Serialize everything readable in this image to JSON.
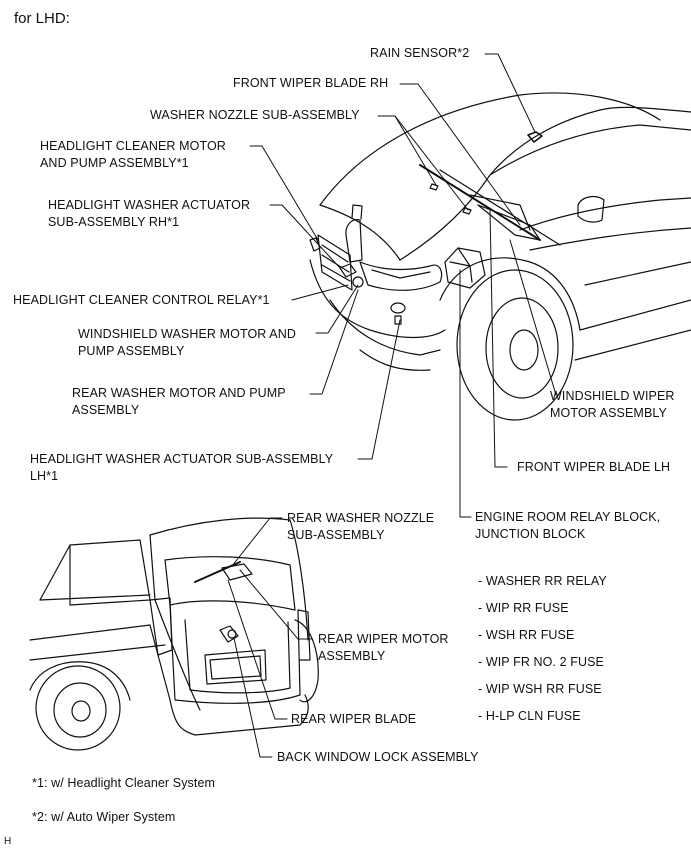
{
  "header": {
    "title": "for LHD:"
  },
  "labels": {
    "rain_sensor": "RAIN SENSOR*2",
    "front_wiper_blade_rh": "FRONT WIPER BLADE RH",
    "washer_nozzle": "WASHER NOZZLE SUB-ASSEMBLY",
    "headlight_cleaner_motor": "HEADLIGHT CLEANER MOTOR\nAND PUMP ASSEMBLY*1",
    "headlight_washer_actuator_rh": "HEADLIGHT WASHER ACTUATOR\nSUB-ASSEMBLY RH*1",
    "headlight_cleaner_relay": "HEADLIGHT CLEANER CONTROL RELAY*1",
    "windshield_washer_motor": "WINDSHIELD WASHER MOTOR AND\nPUMP ASSEMBLY",
    "rear_washer_motor": "REAR WASHER MOTOR AND PUMP\nASSEMBLY",
    "headlight_washer_actuator_lh": "HEADLIGHT WASHER ACTUATOR SUB-ASSEMBLY\nLH*1",
    "windshield_wiper_motor": "WINDSHIELD WIPER\nMOTOR ASSEMBLY",
    "front_wiper_blade_lh": "FRONT WIPER BLADE LH",
    "engine_room_relay": "ENGINE ROOM RELAY BLOCK,\nJUNCTION BLOCK",
    "rear_washer_nozzle": "REAR WASHER NOZZLE\nSUB-ASSEMBLY",
    "rear_wiper_motor": "REAR WIPER MOTOR\nASSEMBLY",
    "rear_wiper_blade": "REAR WIPER BLADE",
    "back_window_lock": "BACK WINDOW LOCK ASSEMBLY"
  },
  "relay_block_items": [
    "- WASHER RR RELAY",
    "- WIP RR FUSE",
    "- WSH RR FUSE",
    "- WIP FR NO. 2 FUSE",
    "- WIP WSH RR FUSE",
    "- H-LP CLN FUSE"
  ],
  "footnotes": {
    "note1": "*1: w/ Headlight Cleaner System",
    "note2": "*2: w/ Auto Wiper System"
  },
  "figure_id": "H"
}
